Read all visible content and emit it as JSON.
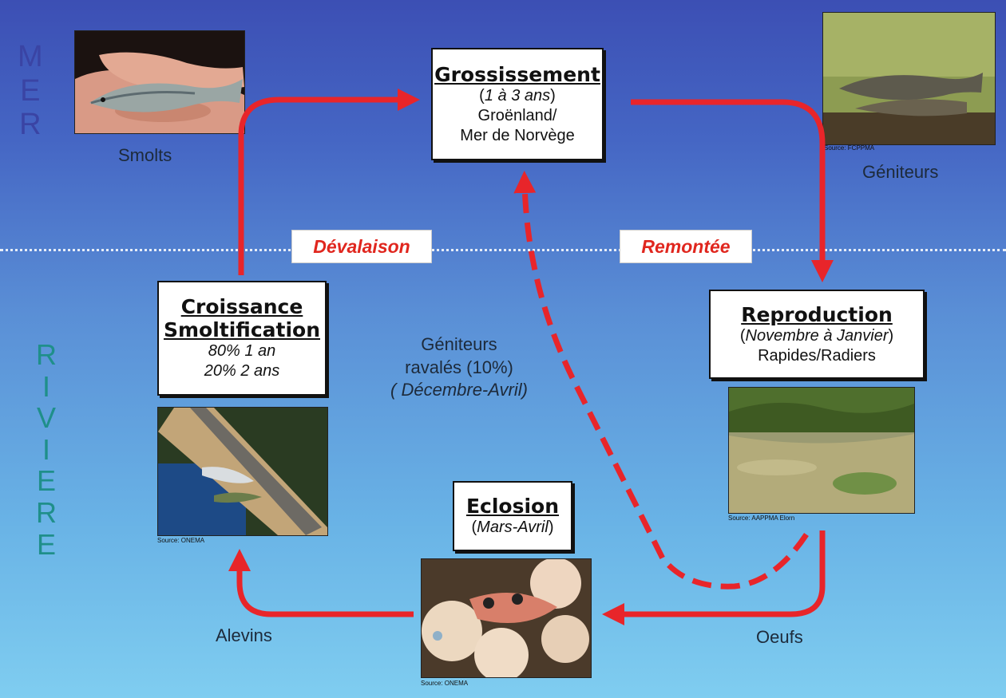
{
  "zones": {
    "mer": [
      "M",
      "E",
      "R"
    ],
    "riviere": [
      "R",
      "I",
      "V",
      "I",
      "E",
      "R",
      "E"
    ]
  },
  "stages": {
    "grossissement": {
      "title": "Grossissement",
      "duration": "1 à 3 ans",
      "location_1": "Groënland/",
      "location_2": "Mer de Norvège"
    },
    "croissance": {
      "title_1": "Croissance",
      "title_2": "Smoltification",
      "line_1": "80% 1 an",
      "line_2": "20% 2 ans"
    },
    "reproduction": {
      "title": "Reproduction",
      "period": "Novembre à Janvier",
      "place": "Rapides/Radiers"
    },
    "eclosion": {
      "title": "Eclosion",
      "period": "Mars-Avril"
    }
  },
  "migrations": {
    "downstream": "Dévalaison",
    "upstream": "Remontée"
  },
  "life_stage_labels": {
    "smolts": "Smolts",
    "geniteurs": "Géniteurs",
    "alevins": "Alevins",
    "oeufs": "Oeufs"
  },
  "ravales": {
    "line_1": "Géniteurs",
    "line_2": "ravalés (10%)",
    "period": "( Décembre-Avril)"
  },
  "photo_sources": {
    "geniteurs": "Source: FCPPMA",
    "reproduction": "Source: AAPPMA Elorn",
    "croissance": "Source: ONEMA",
    "eclosion": "Source: ONEMA"
  },
  "colors": {
    "arrow": "#e8252a",
    "sea_top": "#3c4fb4",
    "river_bottom": "#7fcdf0",
    "mer_text": "#3a44a4",
    "riviere_text": "#1f8f8a"
  }
}
